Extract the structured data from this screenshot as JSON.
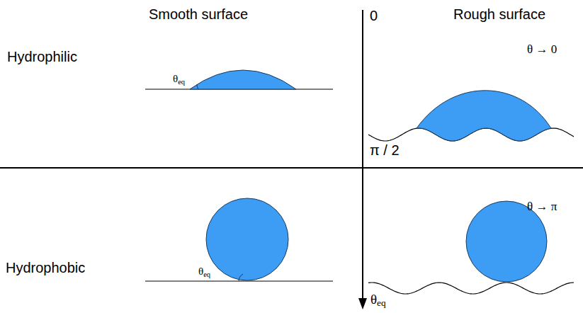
{
  "diagram": {
    "labels": [
      "Smooth surface",
      "Rough surface",
      "0",
      "Hydrophilic",
      "θeq",
      "θ → 0",
      "π / 2",
      "Hydrophobic",
      "θeq",
      "θ → π",
      "θeq"
    ]
  }
}
